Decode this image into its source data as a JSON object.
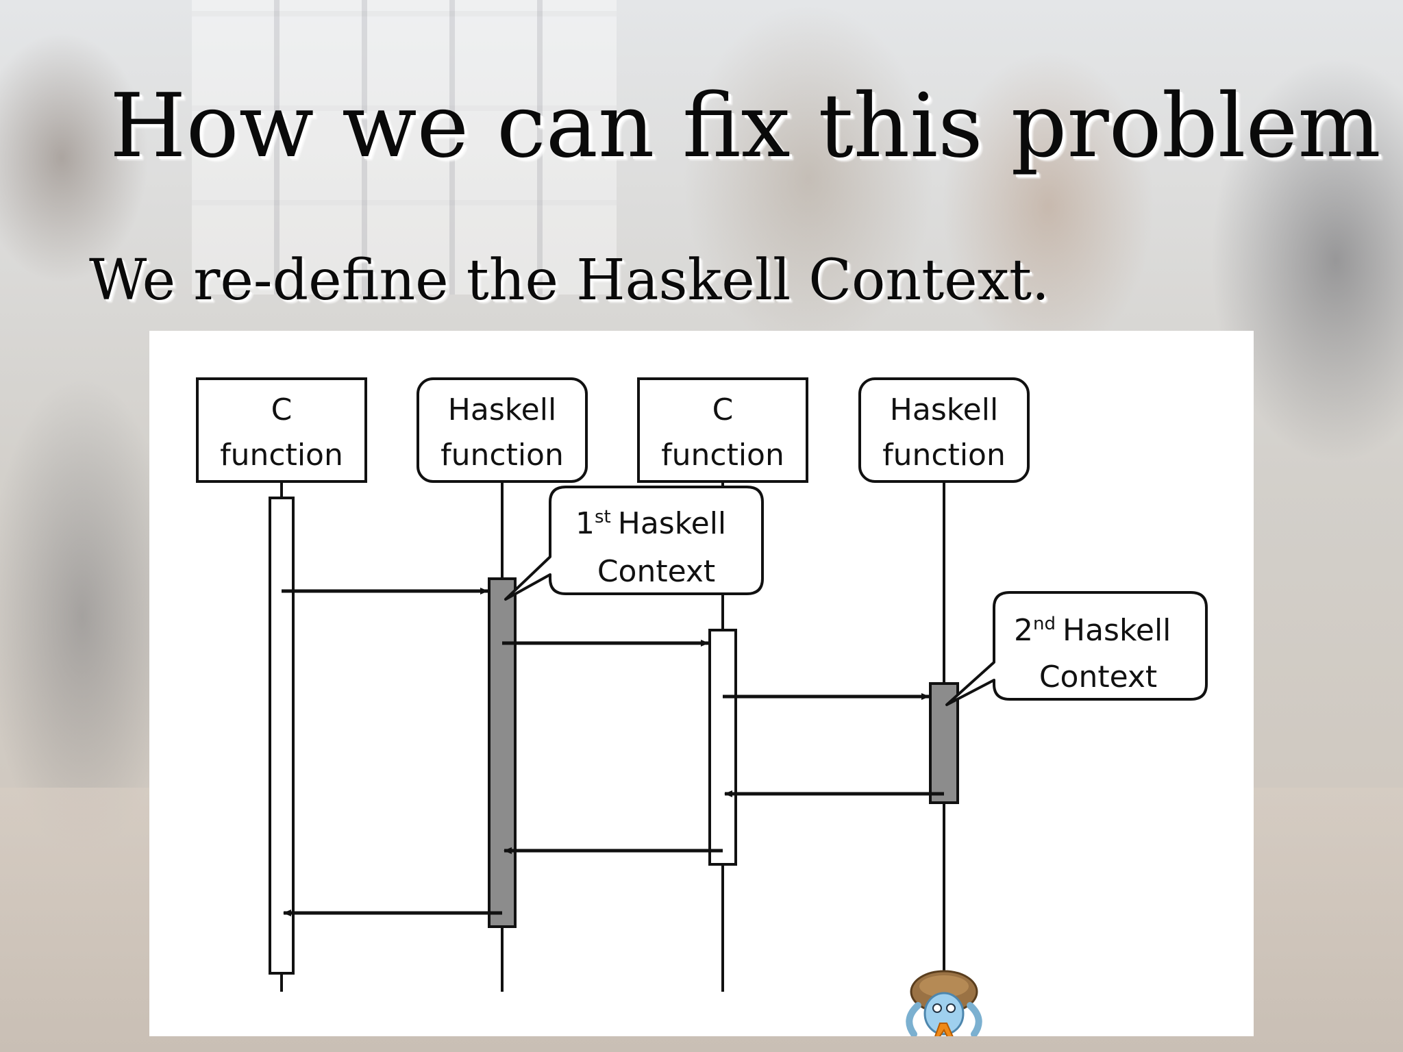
{
  "slide": {
    "title": "How we can fix this problem",
    "subtitle": "We re-define the Haskell Context."
  },
  "diagram": {
    "lifelines": [
      {
        "line1": "C",
        "line2": "function",
        "kind": "c"
      },
      {
        "line1": "Haskell",
        "line2": "function",
        "kind": "haskell"
      },
      {
        "line1": "C",
        "line2": "function",
        "kind": "c"
      },
      {
        "line1": "Haskell",
        "line2": "function",
        "kind": "haskell"
      }
    ],
    "callouts": [
      {
        "ordinal": "1",
        "suffix": "st",
        "word": "Haskell",
        "line2": "Context"
      },
      {
        "ordinal": "2",
        "suffix": "nd",
        "word": "Haskell",
        "line2": "Context"
      }
    ]
  },
  "colors": {
    "activation_haskell": "#8c8c8c",
    "activation_c": "#ffffff",
    "line": "#111111"
  },
  "icons": {
    "logo": "haskell-crab-logo-icon"
  }
}
